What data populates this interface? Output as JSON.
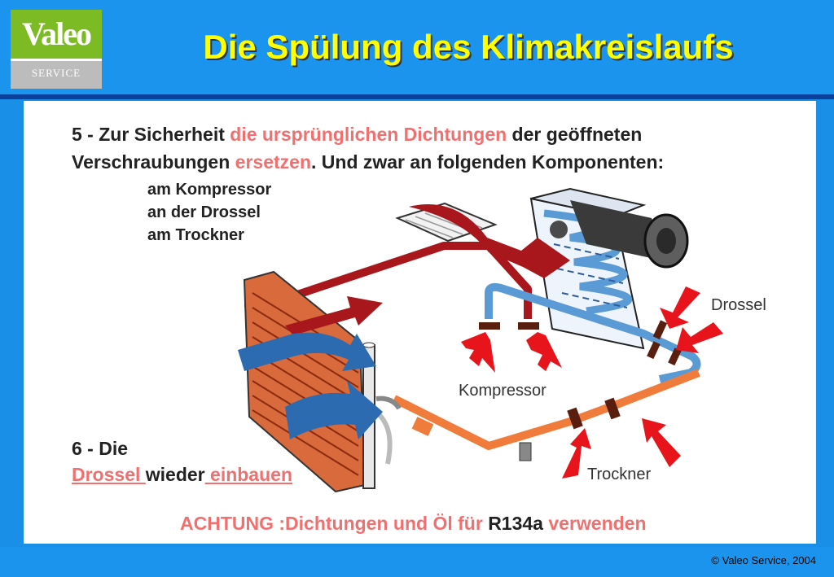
{
  "header": {
    "logo_word": "Valeo",
    "logo_sub": "SERVICE",
    "title": "Die Spülung des Klimakreislaufs"
  },
  "step5": {
    "line1_a": "5 - Zur Sicherheit ",
    "line1_b": "die ursprünglichen Dichtungen",
    "line1_c": "  der geöffneten",
    "line2_a": "Verschraubungen ",
    "line2_b": "ersetzen",
    "line2_c": ". Und zwar an folgenden Komponenten:",
    "items": [
      "am Kompressor",
      "an der Drossel",
      "am Trockner"
    ]
  },
  "step6": {
    "line1": "6 - Die",
    "drossel": "Drossel ",
    "wieder": "wieder",
    "einbauen": " einbauen"
  },
  "labels": {
    "drossel": "Drossel",
    "kompressor": "Kompressor",
    "trockner": "Trockner"
  },
  "warning": {
    "prefix": "ACHTUNG :Dichtungen und Öl für ",
    "refrigerant": "R134a",
    "suffix": " verwenden"
  },
  "footer": {
    "copyright": "© Valeo Service, 2004"
  },
  "colors": {
    "title": "#ffff00",
    "highlight": "#f07070",
    "pipe_high": "#a8171c",
    "pipe_low": "#5b9bd5",
    "pipe_liquid": "#f07c3c",
    "arrow": "#e8141c",
    "seal": "#5a1e0e"
  }
}
